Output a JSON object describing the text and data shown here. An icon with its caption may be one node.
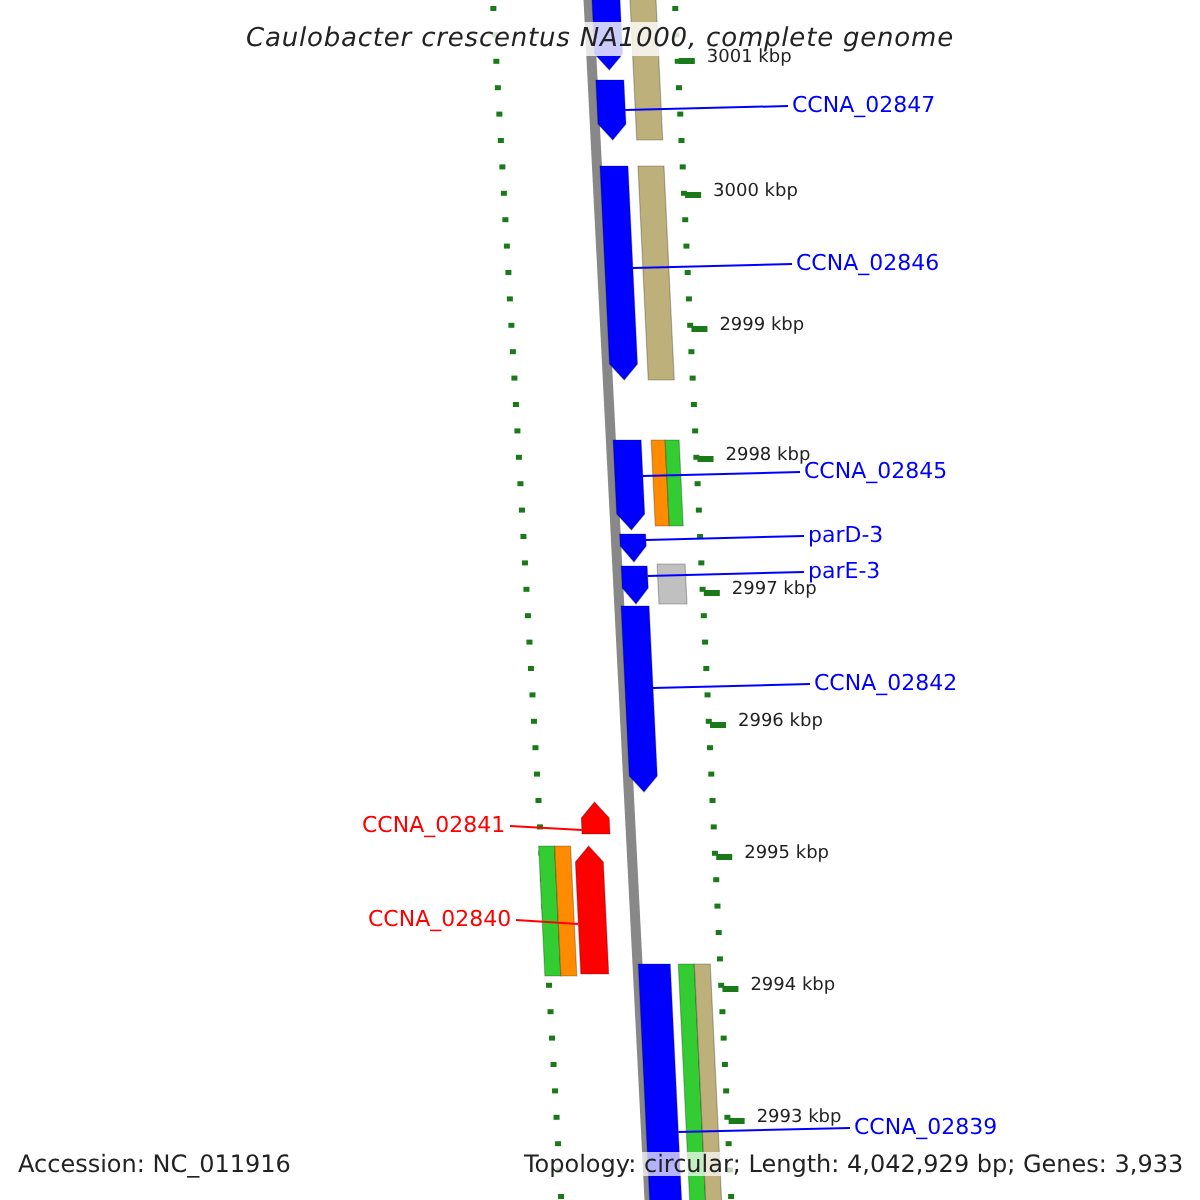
{
  "diagram": {
    "title": "Caulobacter crescentus NA1000, complete genome",
    "nodes": [
      {
        "text": [
          "CCNA_02847"
        ]
      },
      {
        "text": [
          "CCNA_02846"
        ]
      },
      {
        "text": [
          "CCNA_02845"
        ]
      },
      {
        "text": [
          "parD-3"
        ]
      },
      {
        "text": [
          "parE-3"
        ]
      },
      {
        "text": [
          "CCNA_02842"
        ]
      },
      {
        "text": [
          "CCNA_02841"
        ]
      },
      {
        "text": [
          "CCNA_02840"
        ]
      },
      {
        "text": [
          "CCNA_02839"
        ]
      },
      {
        "text": [],
        "shape": "pentagon"
      },
      {
        "text": [],
        "shape": "bar"
      },
      {
        "text": [],
        "shape": "pentagon"
      },
      {
        "text": [],
        "shape": "pentagon"
      },
      {
        "text": [],
        "shape": "bar"
      },
      {
        "text": [],
        "shape": "pentagon"
      },
      {
        "text": [],
        "shape": "bar"
      },
      {
        "text": [],
        "shape": "bar"
      },
      {
        "text": [],
        "shape": "pentagon"
      },
      {
        "text": [],
        "shape": "pentagon"
      },
      {
        "text": [],
        "shape": "bar"
      },
      {
        "text": [],
        "shape": "pentagon"
      },
      {
        "text": [],
        "shape": "pentagon"
      },
      {
        "text": [],
        "shape": "bar"
      },
      {
        "text": [],
        "shape": "bar"
      },
      {
        "text": [],
        "shape": "pentagon"
      },
      {
        "text": [],
        "shape": "bar"
      },
      {
        "text": [],
        "shape": "bar"
      },
      {
        "text": [],
        "shape": "bar"
      }
    ],
    "edges": [
      {
        "from": 0,
        "to": 11,
        "arrow": "none"
      },
      {
        "from": 1,
        "to": 12,
        "arrow": "none"
      },
      {
        "from": 2,
        "to": 14,
        "arrow": "none"
      },
      {
        "from": 3,
        "to": 17,
        "arrow": "none"
      },
      {
        "from": 4,
        "to": 18,
        "arrow": "none"
      },
      {
        "from": 5,
        "to": 20,
        "arrow": "none"
      },
      {
        "from": 6,
        "to": 21,
        "arrow": "none",
        "color": "#ff0000"
      },
      {
        "from": 7,
        "to": 24,
        "arrow": "none",
        "color": "#ff0000"
      },
      {
        "from": 8,
        "to": 25,
        "arrow": "none"
      }
    ],
    "labels": [
      "3001 kbp",
      "3000 kbp",
      "2999 kbp",
      "2998 kbp",
      "2997 kbp",
      "2996 kbp",
      "2995 kbp",
      "2994 kbp",
      "2993 kbp",
      "Accession: NC_011916",
      "Topology: circular; Length: 4,042,929 bp; Genes: 3,933"
    ]
  }
}
